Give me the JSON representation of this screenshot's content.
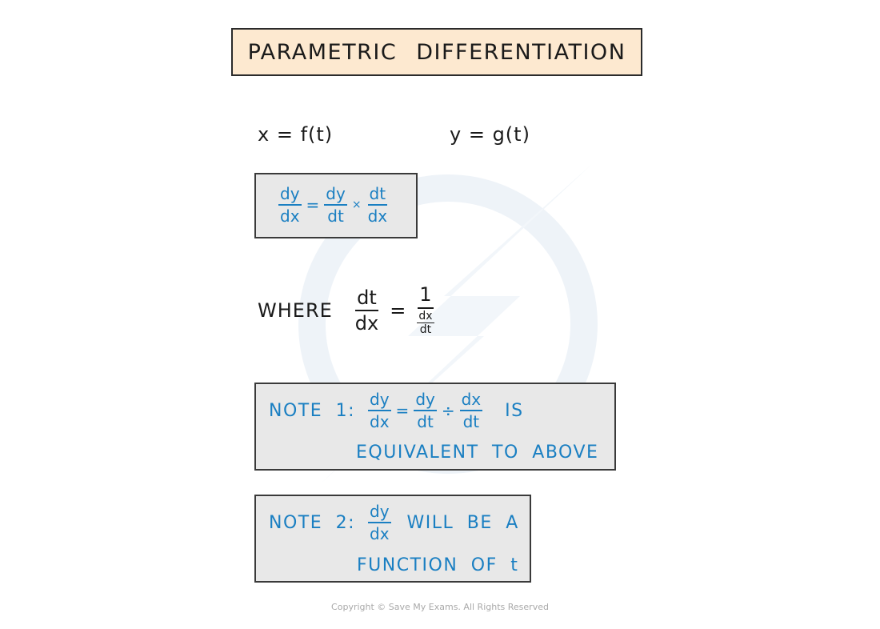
{
  "title": "PARAMETRIC DIFFERENTIATION",
  "definitions": {
    "x_eq": "x = f(t)",
    "y_eq": "y = g(t)"
  },
  "chain_rule": {
    "lhs_num": "dy",
    "lhs_den": "dx",
    "eq": "=",
    "f1_num": "dy",
    "f1_den": "dt",
    "times": "×",
    "f2_num": "dt",
    "f2_den": "dx"
  },
  "where": {
    "label": "WHERE",
    "lhs_num": "dt",
    "lhs_den": "dx",
    "eq": "=",
    "one": "1",
    "inner_num": "dx",
    "inner_den": "dt"
  },
  "note1": {
    "label": "NOTE 1:",
    "lhs_num": "dy",
    "lhs_den": "dx",
    "eq": "=",
    "f1_num": "dy",
    "f1_den": "dt",
    "div": "÷",
    "f2_num": "dx",
    "f2_den": "dt",
    "is": "IS",
    "line2": "EQUIVALENT TO ABOVE"
  },
  "note2": {
    "label": "NOTE 2:",
    "frac_num": "dy",
    "frac_den": "dx",
    "text": "WILL BE A",
    "line2": "FUNCTION OF t"
  },
  "footer": "Copyright © Save My Exams. All Rights Reserved",
  "colors": {
    "accent_blue": "#1a7fc2",
    "title_bg": "#fde9d0",
    "box_bg": "#e8e8e8"
  },
  "icons": {
    "watermark": "lightning-bolt-logo-icon"
  }
}
